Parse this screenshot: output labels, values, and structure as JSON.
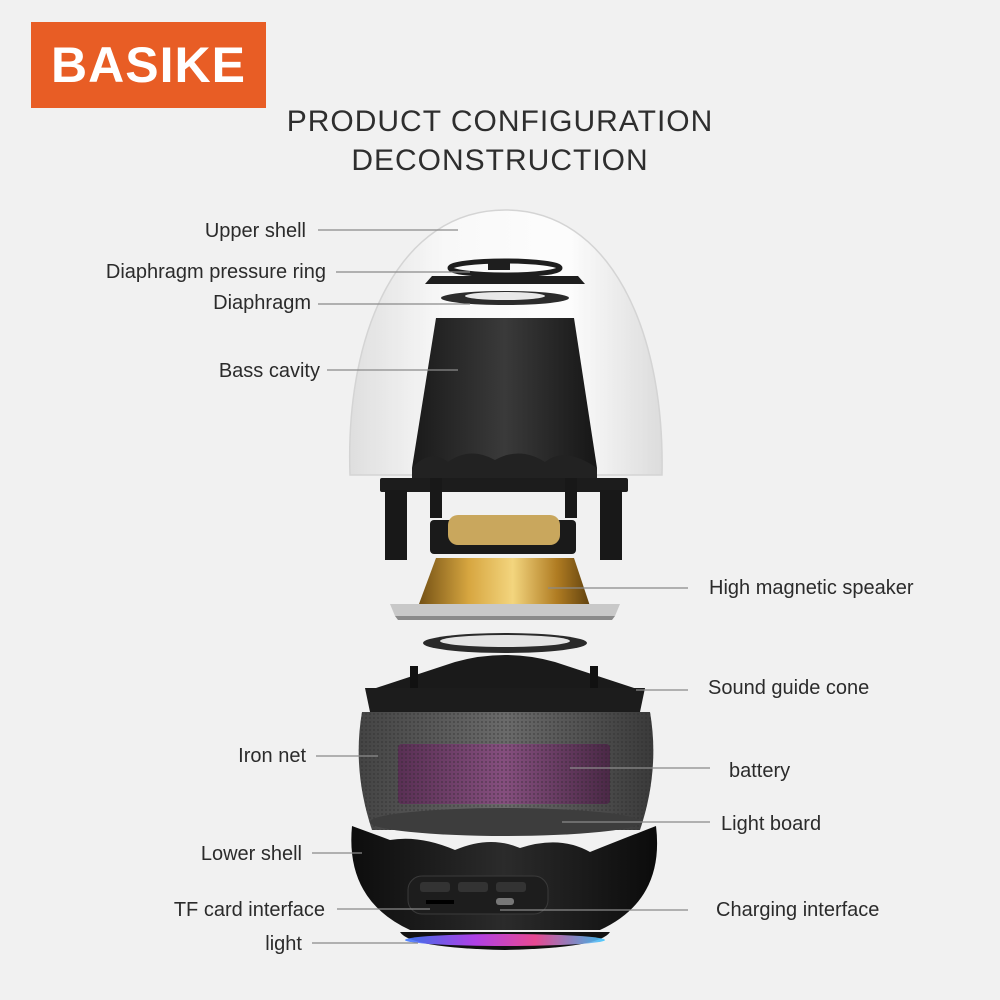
{
  "brand": {
    "logo_text": "BASIKE",
    "accent_color": "#e85d25"
  },
  "title": {
    "line1": "PRODUCT CONFIGURATION",
    "line2": "DECONSTRUCTION"
  },
  "labels": {
    "upper_shell": "Upper shell",
    "diaphragm_pressure_ring": "Diaphragm pressure ring",
    "diaphragm": "Diaphragm",
    "bass_cavity": "Bass cavity",
    "high_magnetic_speaker": "High magnetic speaker",
    "sound_guide_cone": "Sound guide cone",
    "iron_net": "Iron net",
    "battery": "battery",
    "light_board": "Light board",
    "lower_shell": "Lower shell",
    "tf_card_interface": "TF card interface",
    "charging_interface": "Charging interface",
    "light": "light"
  }
}
